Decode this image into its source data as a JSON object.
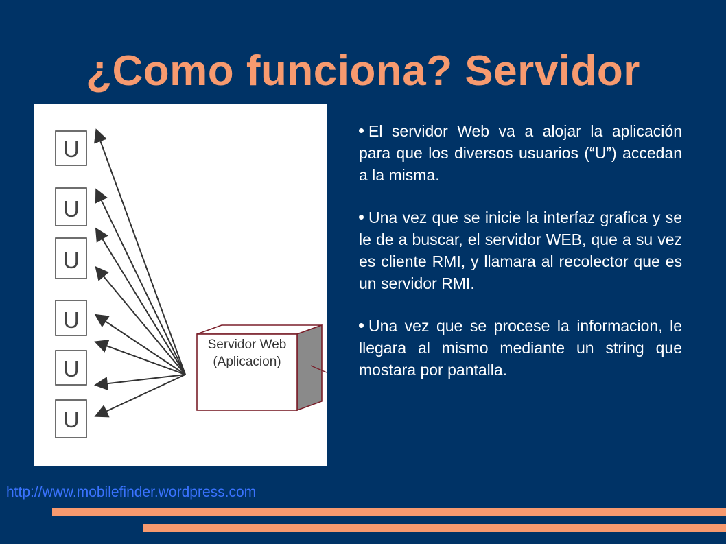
{
  "slide": {
    "title": "¿Como funciona? Servidor"
  },
  "diagram": {
    "users": [
      "U",
      "U",
      "U",
      "U",
      "U",
      "U"
    ],
    "server_box": {
      "line1": "Servidor Web",
      "line2": "(Aplicacion)"
    }
  },
  "bullets": [
    "El servidor Web va a alojar la aplicación para que los diversos usuarios (“U”) accedan a la misma.",
    "Una vez que se inicie la interfaz grafica y se le de a buscar, el servidor WEB, que a su vez es cliente RMI, y llamara al recolector que es un servidor RMI.",
    "Una vez que se procese la informacion, le llegara al mismo mediante un string que mostara por pantalla."
  ],
  "footer": {
    "link_text": "http://www.mobilefinder.wordpress.com"
  },
  "colors": {
    "background": "#003366",
    "title": "#f79a6f",
    "accent_bars": "#f79a6f",
    "link": "#3a73ff",
    "server_box_fill": "#ffffff",
    "server_box_shadow": "#8a8a8a",
    "server_box_border": "#7a1f2a"
  }
}
